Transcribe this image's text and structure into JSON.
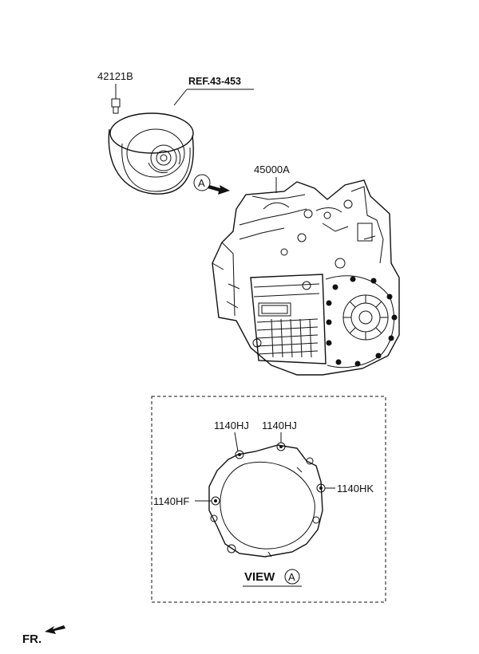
{
  "labels": {
    "bolt": "42121B",
    "reference": "REF.43-453",
    "transaxle": "45000A",
    "view_marker": "A",
    "hj_left": "1140HJ",
    "hj_right": "1140HJ",
    "hk": "1140HK",
    "hf": "1140HF",
    "view_word": "VIEW",
    "view_letter": "A",
    "front": "FR."
  }
}
